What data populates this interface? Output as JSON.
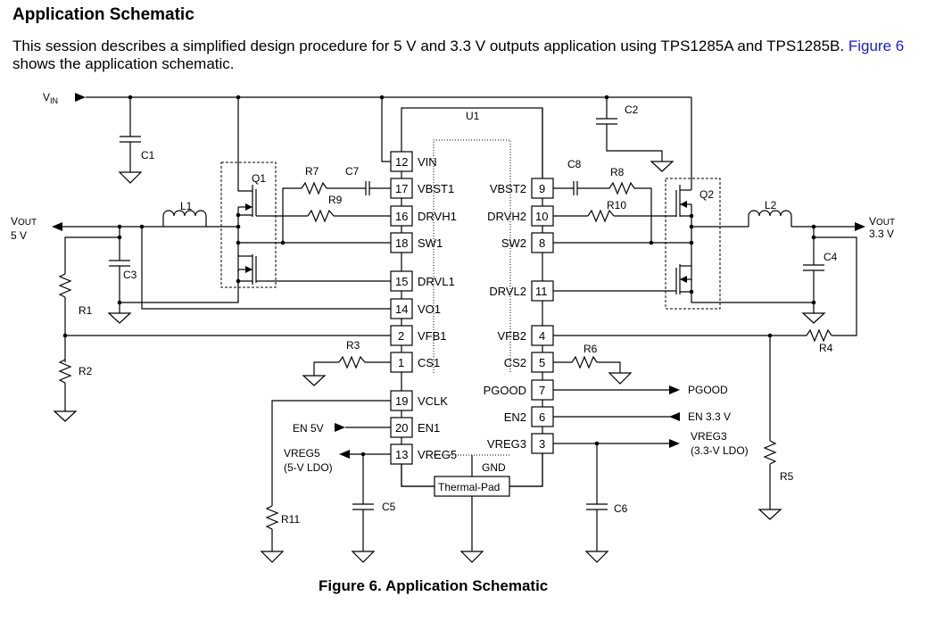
{
  "heading": "Application Schematic",
  "paragraph": {
    "before": "This session describes a simplified design procedure for 5 V and 3.3 V outputs application using TPS1285A and TPS1285B. ",
    "link": "Figure 6",
    "after": " shows the application schematic."
  },
  "schematic": {
    "ic": "U1",
    "vin": {
      "main": "V",
      "sub": "IN"
    },
    "vout_left": {
      "main": "V",
      "sub": "OUT",
      "value": "5 V"
    },
    "vout_right": {
      "main": "V",
      "sub": "OUT",
      "value": "3.3 V"
    },
    "left_pins": [
      {
        "num": "12",
        "name": "VIN"
      },
      {
        "num": "17",
        "name": "VBST1"
      },
      {
        "num": "16",
        "name": "DRVH1"
      },
      {
        "num": "18",
        "name": "SW1"
      },
      {
        "num": "15",
        "name": "DRVL1"
      },
      {
        "num": "14",
        "name": "VO1"
      },
      {
        "num": "2",
        "name": "VFB1"
      },
      {
        "num": "1",
        "name": "CS1"
      },
      {
        "num": "19",
        "name": "VCLK"
      },
      {
        "num": "20",
        "name": "EN1"
      },
      {
        "num": "13",
        "name": "VREG5"
      }
    ],
    "right_pins": [
      {
        "num": "9",
        "name": "VBST2"
      },
      {
        "num": "10",
        "name": "DRVH2"
      },
      {
        "num": "8",
        "name": "SW2"
      },
      {
        "num": "11",
        "name": "DRVL2"
      },
      {
        "num": "4",
        "name": "VFB2"
      },
      {
        "num": "5",
        "name": "CS2"
      },
      {
        "num": "7",
        "name": "PGOOD"
      },
      {
        "num": "6",
        "name": "EN2"
      },
      {
        "num": "3",
        "name": "VREG3"
      }
    ],
    "gnd_label": "GND",
    "thermal_pad": "Thermal-Pad",
    "components": {
      "C1": "C1",
      "C2": "C2",
      "C3": "C3",
      "C4": "C4",
      "C5": "C5",
      "C6": "C6",
      "C7": "C7",
      "C8": "C8",
      "R1": "R1",
      "R2": "R2",
      "R3": "R3",
      "R4": "R4",
      "R5": "R5",
      "R6": "R6",
      "R7": "R7",
      "R8": "R8",
      "R9": "R9",
      "R10": "R10",
      "R11": "R11",
      "L1": "L1",
      "L2": "L2",
      "Q1": "Q1",
      "Q2": "Q2"
    },
    "signals": {
      "en5v": "EN 5V",
      "vreg5": "VREG5",
      "vreg5_note": "(5-V LDO)",
      "pgood": "PGOOD",
      "en33": "EN 3.3 V",
      "vreg3": "VREG3",
      "vreg3_note": "(3.3-V LDO)"
    }
  },
  "caption": "Figure 6.  Application Schematic"
}
